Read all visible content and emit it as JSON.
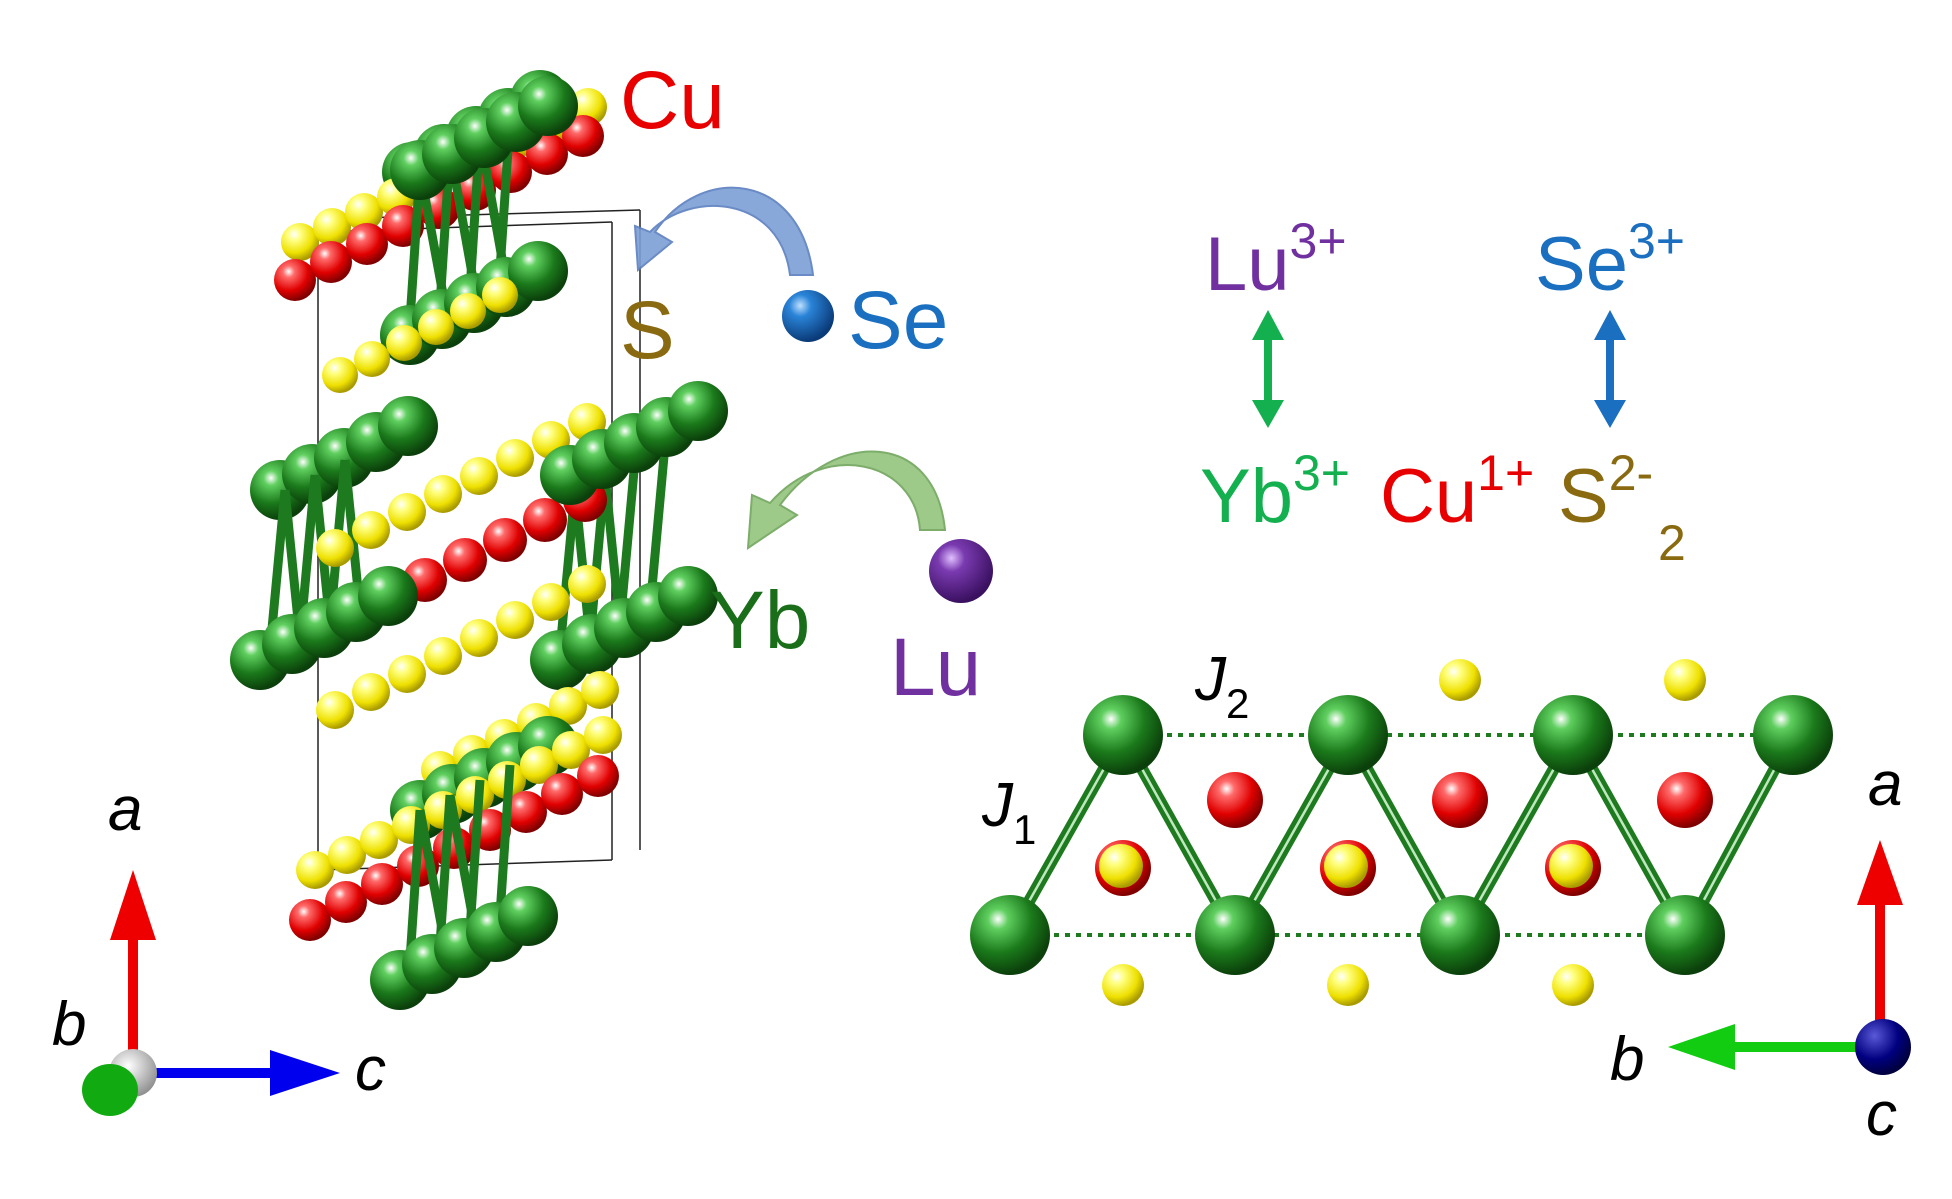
{
  "labels": {
    "cu": "Cu",
    "s": "S",
    "se": "Se",
    "yb": "Yb",
    "lu": "Lu"
  },
  "formula": {
    "lu": "Lu",
    "lu_sup": "3+",
    "se": "Se",
    "se_sup": "3+",
    "yb": "Yb",
    "yb_sup": "3+",
    "cu": "Cu",
    "cu_sup": "1+",
    "s": "S",
    "s_sup": "2-",
    "s_sub": "2"
  },
  "couplings": {
    "j1": "J",
    "j1_sub": "1",
    "j2": "J",
    "j2_sub": "2"
  },
  "axes_left": {
    "a": "a",
    "b": "b",
    "c": "c"
  },
  "axes_right": {
    "a": "a",
    "b": "b",
    "c": "c"
  },
  "colors": {
    "yb": "#1e7a1e",
    "cu": "#e80000",
    "s": "#f2e600",
    "se": "#1464b4",
    "lu": "#6a2a9a",
    "yb_text": "#1a6e1a",
    "s_text": "#8a6a10",
    "lu_text": "#7030a0",
    "se_text": "#1a6fc0",
    "formula_green": "#14b050",
    "axis_red": "#ee0000",
    "axis_blue": "#0000ee",
    "axis_green": "#11cc11"
  }
}
